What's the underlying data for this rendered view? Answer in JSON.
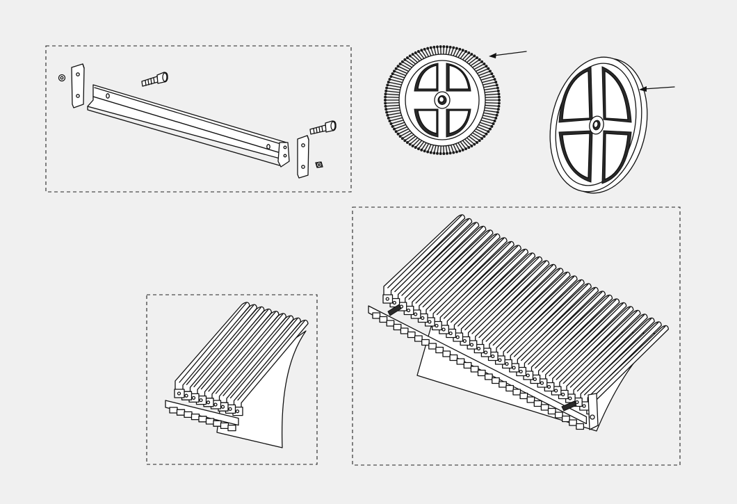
{
  "figure": {
    "background": "#f0f0f0",
    "line_color": "#111111",
    "fill_color": "#ffffff",
    "panels": [
      {
        "id": "rail-kit",
        "contents": [
          "mounting-rail",
          "bracket-left",
          "bracket-right",
          "bolt",
          "bolt",
          "nut",
          "nut"
        ]
      },
      {
        "id": "finned-disc",
        "callout_arrows": 1
      },
      {
        "id": "plain-disc",
        "callout_arrows": 1
      },
      {
        "id": "small-fin-pack",
        "fin_count": 9
      },
      {
        "id": "large-fin-pack",
        "fin_count": 30
      }
    ]
  }
}
